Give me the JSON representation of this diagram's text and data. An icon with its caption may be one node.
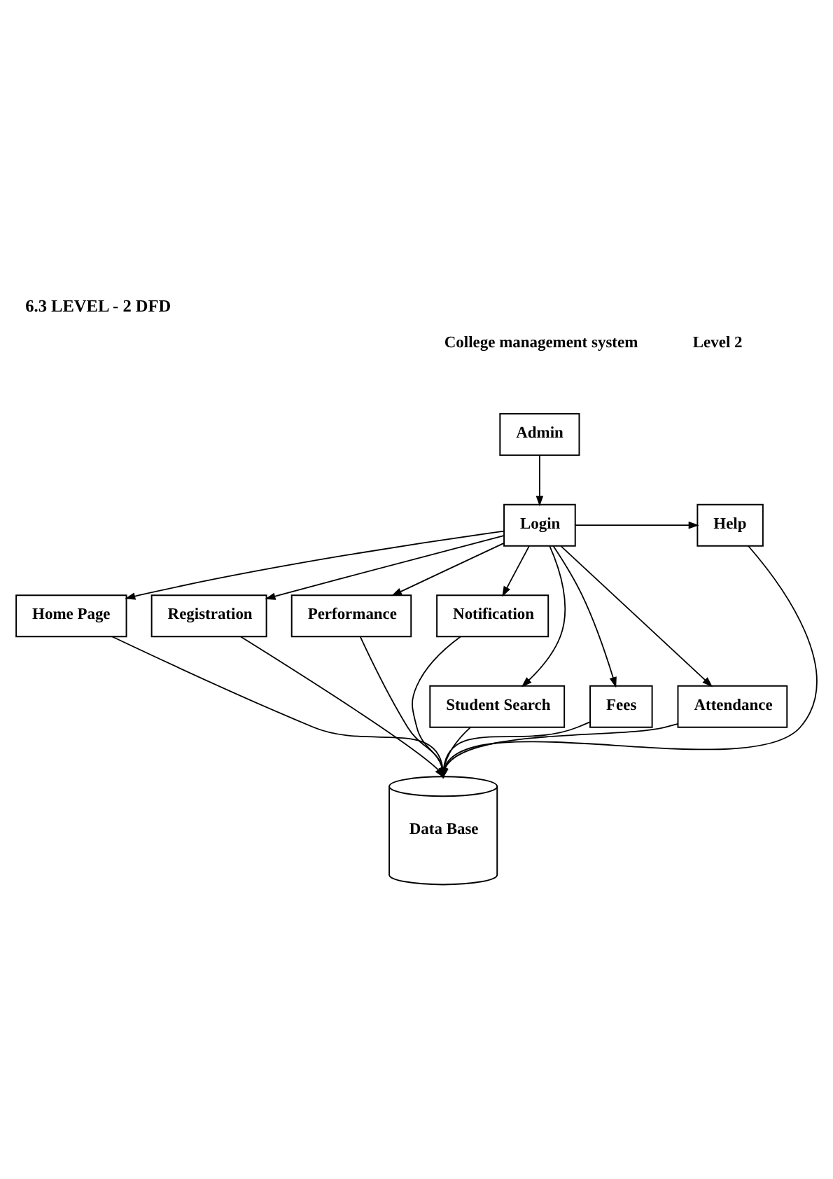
{
  "diagram": {
    "title": "6.3 LEVEL - 2 DFD",
    "nodes": [
      {
        "text": [
          "Admin"
        ]
      },
      {
        "text": [
          "Login"
        ]
      },
      {
        "text": [
          "Help"
        ]
      },
      {
        "text": [
          "Home Page"
        ]
      },
      {
        "text": [
          "Notification"
        ]
      },
      {
        "text": [
          "Registration"
        ]
      },
      {
        "text": [
          "Performance"
        ]
      },
      {
        "text": [
          "Student Search"
        ]
      },
      {
        "text": [
          "Attendance"
        ]
      },
      {
        "text": [
          "Fees"
        ]
      },
      {
        "text": [
          "Data Base"
        ]
      }
    ],
    "edges": [
      {
        "from": 0,
        "to": 1,
        "arrow": "to"
      },
      {
        "from": 1,
        "to": 2,
        "arrow": "to"
      },
      {
        "from": 1,
        "to": 3,
        "arrow": "to"
      },
      {
        "from": 1,
        "to": 4,
        "arrow": "to"
      },
      {
        "from": 1,
        "to": 5,
        "arrow": "to"
      },
      {
        "from": 1,
        "to": 6,
        "arrow": "to"
      },
      {
        "from": 1,
        "to": 7,
        "arrow": "to"
      },
      {
        "from": 1,
        "to": 8,
        "arrow": "to"
      },
      {
        "from": 1,
        "to": 9,
        "arrow": "to"
      },
      {
        "from": 3,
        "to": 10,
        "arrow": "to"
      },
      {
        "from": 5,
        "to": 10,
        "arrow": "to"
      },
      {
        "from": 7,
        "to": 10,
        "arrow": "to"
      },
      {
        "from": 9,
        "to": 10,
        "arrow": "to"
      },
      {
        "from": 8,
        "to": 10,
        "arrow": "to"
      },
      {
        "from": 6,
        "to": 10,
        "arrow": "to"
      },
      {
        "from": 4,
        "to": 10,
        "arrow": "to"
      },
      {
        "from": 2,
        "to": 10,
        "arrow": "to"
      }
    ],
    "labels": [
      "College management system",
      "Level 2"
    ]
  }
}
